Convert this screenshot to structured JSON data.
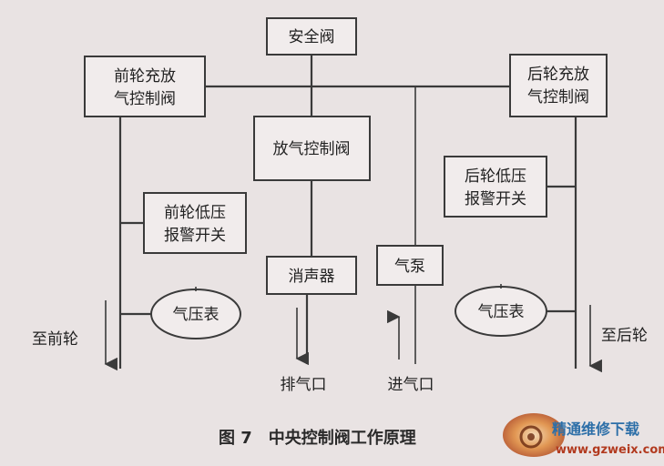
{
  "nodes": {
    "safety_valve": "安全阀",
    "front_inflate_line1": "前轮充放",
    "front_inflate_line2": "气控制阀",
    "rear_inflate_line1": "后轮充放",
    "rear_inflate_line2": "气控制阀",
    "deflate_valve": "放气控制阀",
    "front_alarm_line1": "前轮低压",
    "front_alarm_line2": "报警开关",
    "rear_alarm_line1": "后轮低压",
    "rear_alarm_line2": "报警开关",
    "muffler": "消声器",
    "air_pump": "气泵",
    "gauge_left": "气压表",
    "gauge_right": "气压表"
  },
  "labels": {
    "to_front": "至前轮",
    "to_rear": "至后轮",
    "exhaust": "排气口",
    "intake": "进气口"
  },
  "caption": "图 7　中央控制阀工作原理",
  "watermark": {
    "name": "精通维修下载",
    "url": "www.gzweix.com"
  }
}
